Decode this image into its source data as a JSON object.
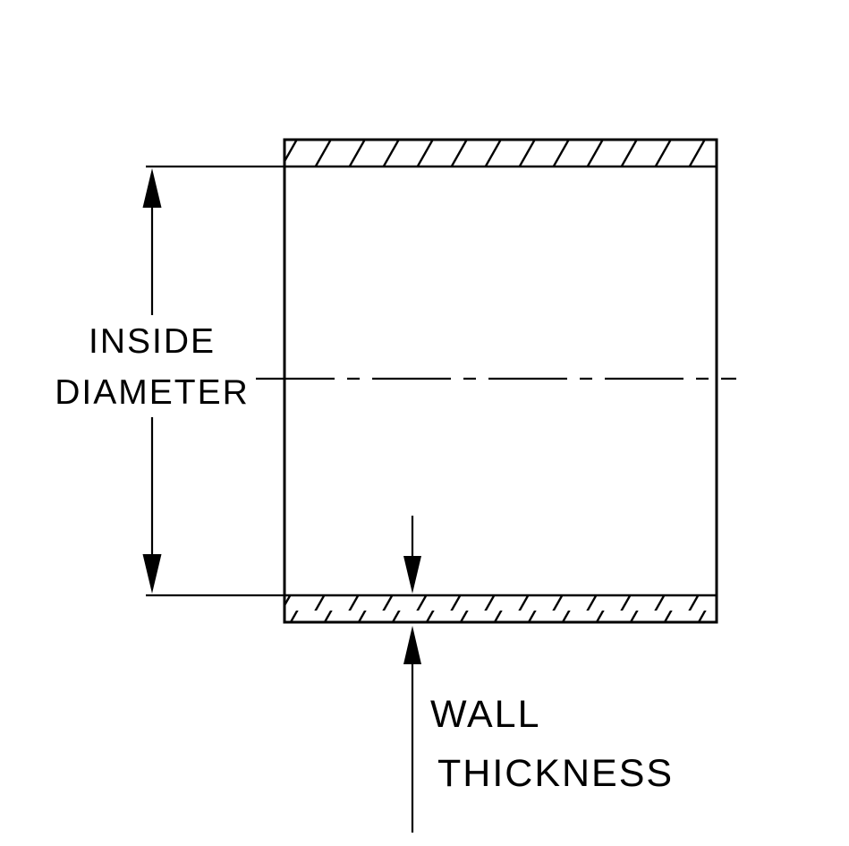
{
  "colors": {
    "line": "#000000",
    "background": "#ffffff"
  },
  "labels": {
    "inside_diameter": [
      "INSIDE",
      "DIAMETER"
    ],
    "wall_thickness": [
      "WALL",
      "THICKNESS"
    ]
  }
}
